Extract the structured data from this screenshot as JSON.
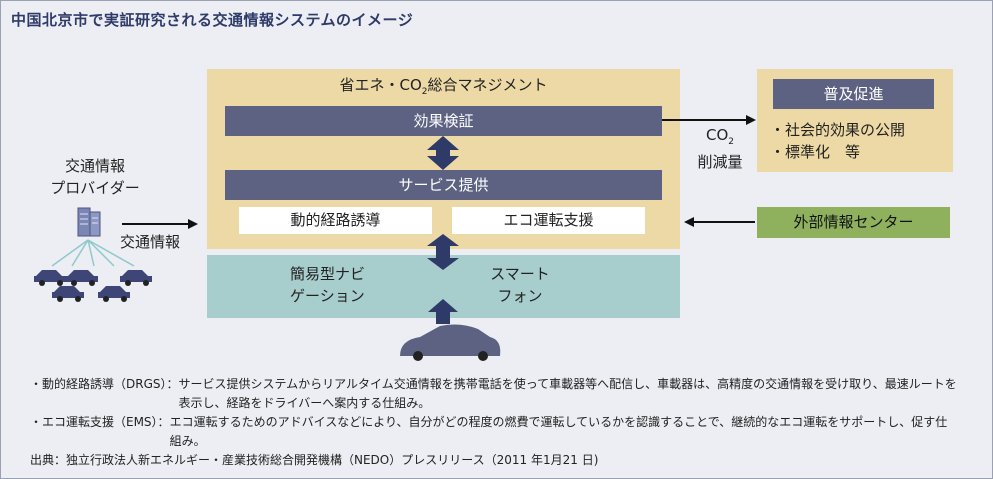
{
  "title": "中国北京市で実証研究される交通情報システムのイメージ",
  "ems": {
    "title_prefix": "省エネ・CO",
    "title_sub": "2",
    "title_suffix": "総合マネジメント",
    "effect": "効果検証",
    "service": "サービス提供",
    "drgs": "動的経路誘導",
    "eco_drive": "エコ運転支援"
  },
  "devices": {
    "navi": "簡易型ナビ\nゲーション",
    "phone": "スマート\nフォン"
  },
  "promotion": {
    "title": "普及促進",
    "items": [
      "・社会的効果の公開",
      "・標準化　等"
    ]
  },
  "external": "外部情報センター",
  "co2": {
    "prefix": "CO",
    "sub": "2",
    "line2": "削減量"
  },
  "provider": {
    "line1": "交通情報",
    "line2": "プロバイダー"
  },
  "traffic_info": "交通情報",
  "notes": [
    {
      "head": "・動的経路誘導（DRGS）：",
      "body": "サービス提供システムからリアルタイム交通情報を携帯電話を使って車載器等へ配信し、車載器は、高精度の交通情報を受け取り、最速ルートを表示し、経路をドライバーへ案内する仕組み。"
    },
    {
      "head": "・エコ運転支援（EMS）：",
      "body": "エコ運転するためのアドバイスなどにより、自分がどの程度の燃費で運転しているかを認識することで、継続的なエコ運転をサポートし、促す仕組み。"
    }
  ],
  "source": "出典：独立行政法人新エネルギー・産業技術総合開発機構（NEDO）プレスリリース（2011 年1月21 日)",
  "colors": {
    "beige": "#ecd9a5",
    "navy_bar": "#5d6283",
    "teal": "#a8cdcd",
    "green": "#8fb15e",
    "arrow": "#2e3a68"
  }
}
